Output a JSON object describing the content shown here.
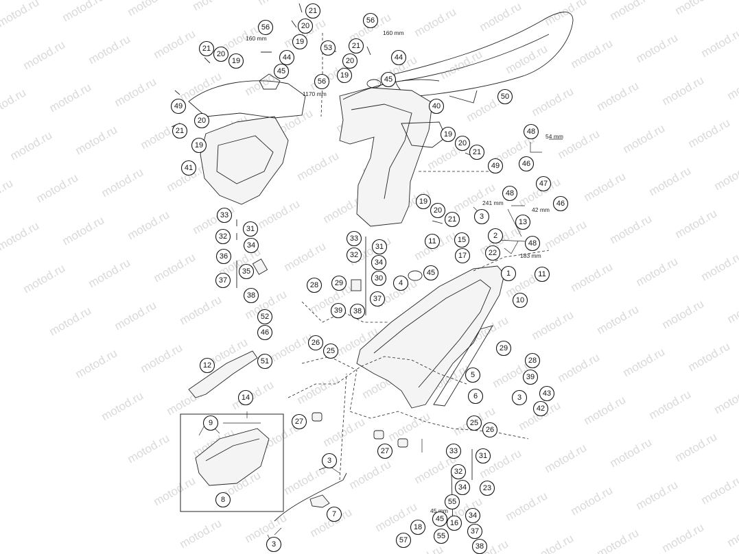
{
  "watermark": {
    "text": "motod.ru"
  },
  "dimensions": {
    "d160a": "160 mm",
    "d160b": "160 mm",
    "d1170": "1170 mm",
    "d54": "54 mm",
    "d241": "241 mm",
    "d42": "42 mm",
    "d183": "183 mm",
    "d45": "45 mm"
  },
  "callouts": [
    "21",
    "20",
    "19",
    "56",
    "44",
    "45",
    "21",
    "20",
    "19",
    "53",
    "56",
    "56",
    "21",
    "20",
    "19",
    "44",
    "45",
    "40",
    "50",
    "49",
    "20",
    "21",
    "19",
    "41",
    "19",
    "20",
    "21",
    "49",
    "48",
    "46",
    "47",
    "48",
    "46",
    "13",
    "48",
    "3",
    "2",
    "15",
    "22",
    "17",
    "11",
    "19",
    "20",
    "21",
    "33",
    "31",
    "32",
    "34",
    "36",
    "35",
    "37",
    "38",
    "33",
    "31",
    "32",
    "34",
    "30",
    "37",
    "38",
    "4",
    "45",
    "1",
    "11",
    "10",
    "28",
    "29",
    "39",
    "52",
    "46",
    "26",
    "25",
    "12",
    "51",
    "14",
    "9",
    "8",
    "27",
    "27",
    "3",
    "7",
    "3",
    "29",
    "28",
    "39",
    "5",
    "6",
    "3",
    "43",
    "42",
    "25",
    "26",
    "33",
    "31",
    "32",
    "34",
    "23",
    "55",
    "16",
    "34",
    "45",
    "55",
    "37",
    "18",
    "57",
    "38"
  ]
}
